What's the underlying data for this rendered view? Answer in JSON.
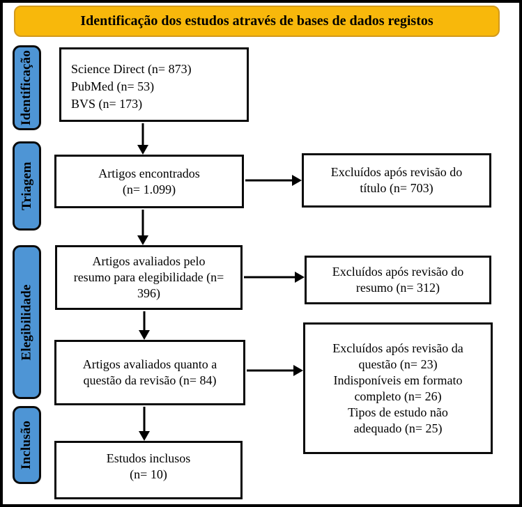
{
  "banner": {
    "text": "Identificação dos estudos através de bases de dados registos"
  },
  "stages": [
    {
      "label": "Identificação"
    },
    {
      "label": "Triagem"
    },
    {
      "label": "Elegibilidade"
    },
    {
      "label": "Inclusão"
    }
  ],
  "flow_boxes": {
    "databases": {
      "lines": [
        "Science Direct (n= 873)",
        "PubMed (n= 53)",
        "BVS (n= 173)"
      ]
    },
    "found": {
      "lines": [
        "Artigos encontrados",
        "(n= 1.099)"
      ]
    },
    "abstract_eligibility": {
      "lines": [
        "Artigos avaliados pelo",
        "resumo para elegibilidade (n=",
        "396)"
      ]
    },
    "review_question": {
      "lines": [
        "Artigos avaliados quanto a",
        "questão da revisão (n= 84)"
      ]
    },
    "included": {
      "lines": [
        "Estudos inclusos",
        "(n= 10)"
      ]
    }
  },
  "exclusion_boxes": {
    "title_review": {
      "lines": [
        "Excluídos após revisão do",
        "título (n= 703)"
      ]
    },
    "abstract_review": {
      "lines": [
        "Excluídos após revisão do",
        "resumo (n= 312)"
      ]
    },
    "question_review": {
      "lines": [
        "Excluídos após revisão da",
        "questão (n= 23)",
        "Indisponíveis em formato",
        "completo (n= 26)",
        "Tipos de estudo não",
        "adequado (n= 25)"
      ]
    }
  },
  "colors": {
    "background": "#FFFFFF",
    "banner_fill": "#F8B80B",
    "banner_border": "#D2991C",
    "stage_fill": "#4E95D5",
    "box_border": "#000000",
    "arrow_color": "#000000"
  }
}
